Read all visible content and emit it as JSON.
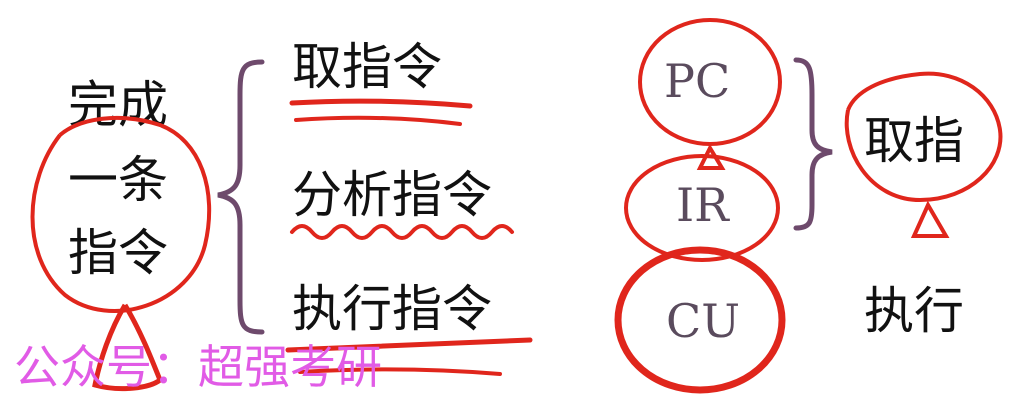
{
  "left": {
    "lines": [
      "完成",
      "一条",
      "指令"
    ],
    "steps": [
      "取指令",
      "分析指令",
      "执行指令"
    ]
  },
  "right": {
    "registers": [
      "PC",
      "IR",
      "CU"
    ],
    "fetch_label": "取指",
    "execute_label": "执行"
  },
  "watermark": "公众号：超强考研",
  "colors": {
    "annotation_red": "#e0261c",
    "bracket_purple": "#6e4a6c",
    "watermark_pink": "#e15be6",
    "text": "#111111"
  }
}
